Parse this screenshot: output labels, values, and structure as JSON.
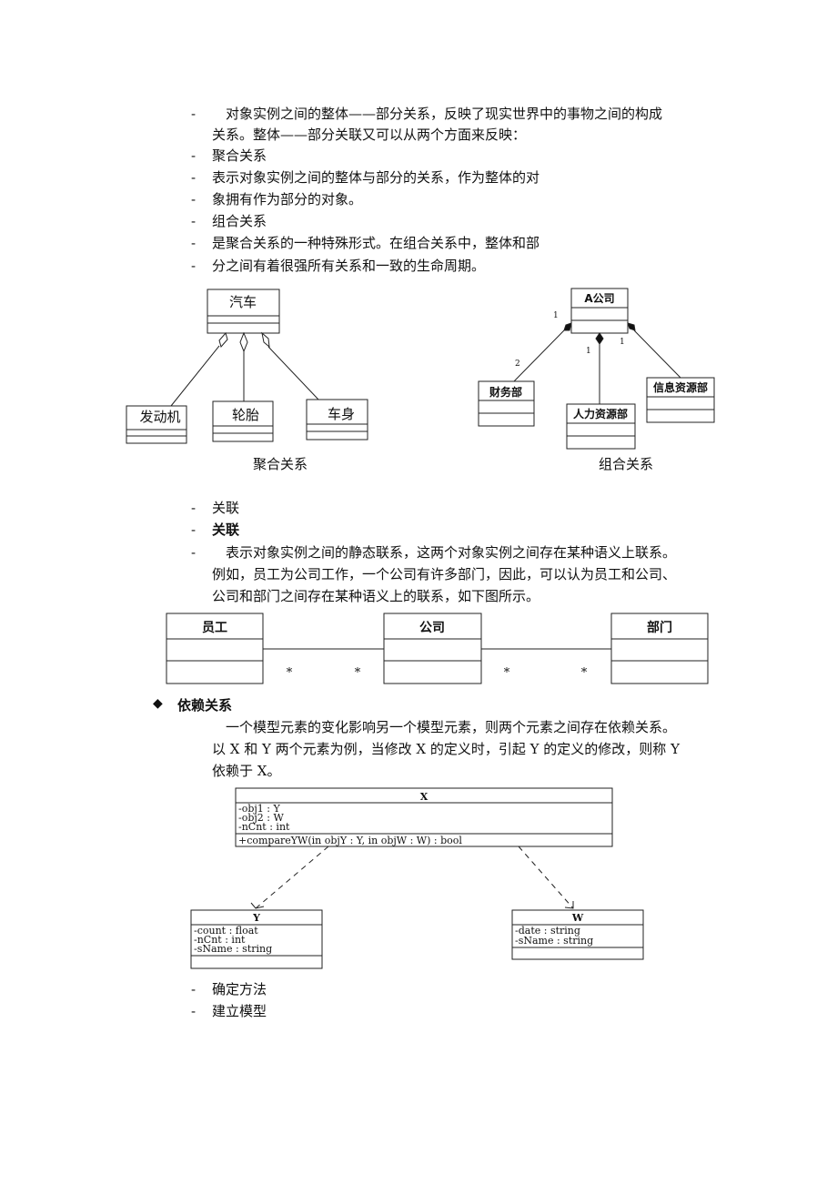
{
  "text": {
    "l1": "对象实例之间的整体——部分关系，反映了现实世界中的事物之间的构成",
    "l1b": "关系。整体——部分关联又可以从两个方面来反映：",
    "l2": "聚合关系",
    "l3": "表示对象实例之间的整体与部分的关系，作为整体的对",
    "l4": "象拥有作为部分的对象。",
    "l5": "组合关系",
    "l6": "是聚合关系的一种特殊形式。在组合关系中，整体和部",
    "l7": "分之间有着很强所有关系和一致的生命周期。",
    "l8": "关联",
    "l9": "关联",
    "l10a": "表示对象实例之间的静态联系，这两个对象实例之间存在某种语义上联系。",
    "l10b": "例如，员工为公司工作，一个公司有许多部门，因此，可以认为员工和公司、",
    "l10c": "公司和部门之间存在某种语义上的联系，如下图所示。",
    "dep_title": "依赖关系",
    "dep1": "一个模型元素的变化影响另一个模型元素，则两个元素之间存在依赖关系。",
    "dep2": "以 X 和 Y 两个元素为例，当修改 X 的定义时，引起 Y 的定义的修改，则称 Y",
    "dep3": "依赖于 X。",
    "l11": "确定方法",
    "l12": "建立模型",
    "dash": "-",
    "bullet": "◆"
  },
  "aggregation": {
    "whole": "汽车",
    "parts": [
      "发动机",
      "轮胎",
      "车身"
    ],
    "caption": "聚合关系"
  },
  "composition": {
    "whole": "A公司",
    "parts": [
      "财务部",
      "人力资源部",
      "信息资源部"
    ],
    "mult_whole": [
      "1",
      "1",
      "1"
    ],
    "mult_part": [
      "2"
    ],
    "caption": "组合关系"
  },
  "association": {
    "classes": [
      "员工",
      "公司",
      "部门"
    ],
    "mult": [
      "*",
      "*",
      "*",
      "*"
    ]
  },
  "dependency": {
    "x": {
      "name": "X",
      "attrs": [
        "-obj1 : Y",
        "-obj2 : W",
        "-nCnt : int"
      ],
      "ops": [
        "+compareYW(in objY : Y, in objW : W) : bool"
      ]
    },
    "y": {
      "name": "Y",
      "attrs": [
        "-count : float",
        "-nCnt : int",
        "-sName : string"
      ]
    },
    "w": {
      "name": "W",
      "attrs": [
        "-date : string",
        "-sName : string"
      ]
    }
  }
}
